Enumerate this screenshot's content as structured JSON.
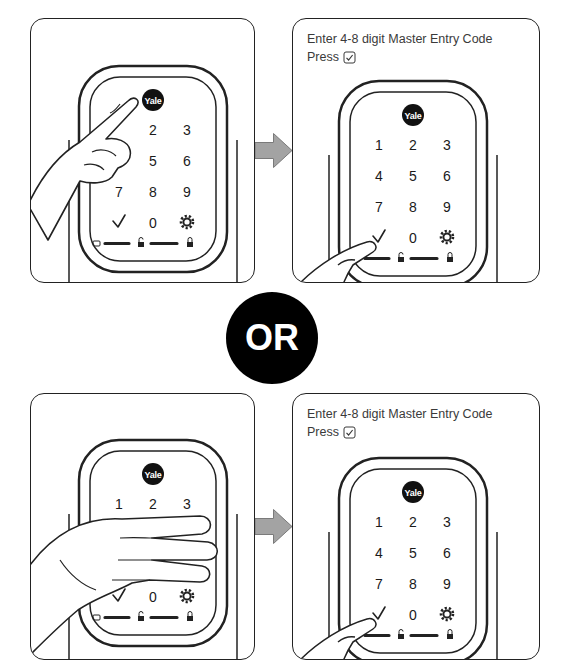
{
  "diagram": {
    "nodes": [
      {
        "text": []
      },
      {
        "text": [
          "Enter 4-8 digit Master Entry Code",
          "Press"
        ]
      },
      {
        "text": [
          "OR"
        ]
      },
      {
        "text": []
      },
      {
        "text": [
          "Enter 4-8 digit Master Entry Code",
          "Press"
        ]
      }
    ],
    "edges": [
      {
        "from": 0,
        "to": 1,
        "arrow": "to"
      },
      {
        "from": 3,
        "to": 4,
        "arrow": "to"
      }
    ],
    "labels": [
      "Yale",
      "2",
      "3",
      "5",
      "6",
      "7",
      "8",
      "9",
      "0",
      "Yale",
      "1",
      "2",
      "3",
      "4",
      "5",
      "6",
      "7",
      "8",
      "9",
      "0",
      "Yale",
      "1",
      "2",
      "3",
      "0",
      "Yale",
      "1",
      "2",
      "3",
      "4",
      "5",
      "6",
      "7",
      "8",
      "9",
      "0"
    ]
  }
}
